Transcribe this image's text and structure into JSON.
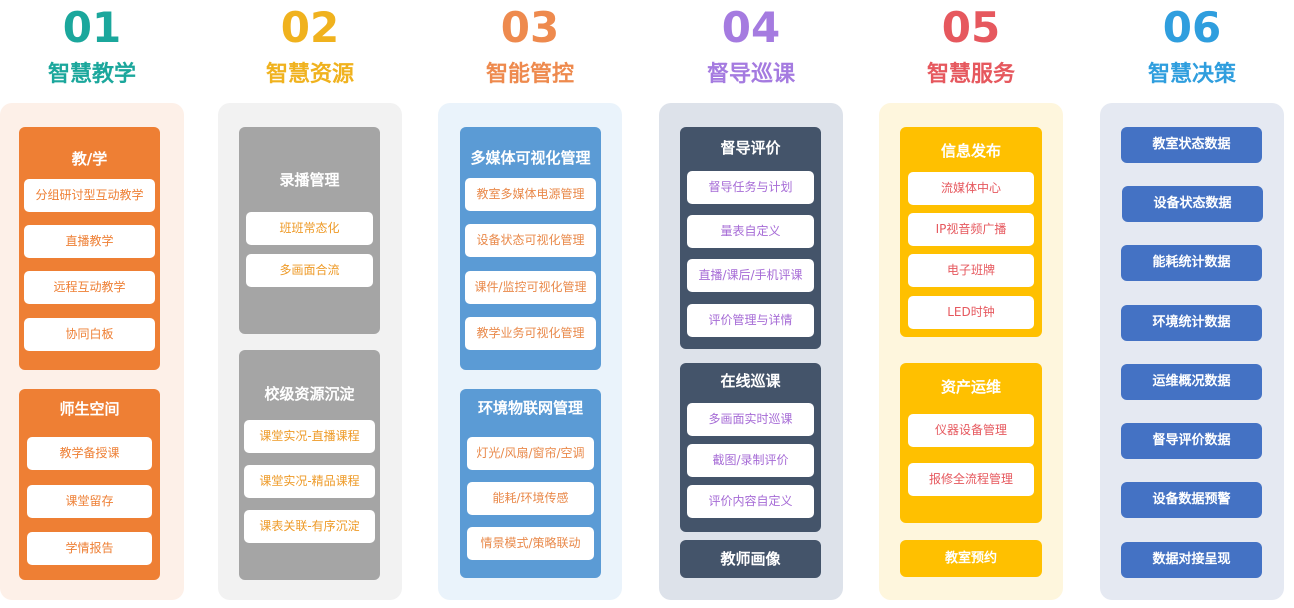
{
  "colors": {
    "teal": "#1ba79c",
    "yellow": "#f0b21e",
    "orange": "#ee8a4e",
    "purple": "#a57be0",
    "red": "#e6585e",
    "blue": "#2f9ede"
  },
  "columns": [
    {
      "num": "01",
      "title": "智慧教学",
      "groups": [
        {
          "title": "教/学",
          "items": [
            "分组研讨型互动教学",
            "直播教学",
            "远程互动教学",
            "协同白板"
          ]
        },
        {
          "title": "师生空间",
          "items": [
            "教学备授课",
            "课堂留存",
            "学情报告"
          ]
        }
      ]
    },
    {
      "num": "02",
      "title": "智慧资源",
      "groups": [
        {
          "title": "录播管理",
          "items": [
            "班班常态化",
            "多画面合流"
          ]
        },
        {
          "title": "校级资源沉淀",
          "items": [
            "课堂实况-直播课程",
            "课堂实况-精品课程",
            "课表关联-有序沉淀"
          ]
        }
      ]
    },
    {
      "num": "03",
      "title": "智能管控",
      "groups": [
        {
          "title": "多媒体可视化管理",
          "items": [
            "教室多媒体电源管理",
            "设备状态可视化管理",
            "课件/监控可视化管理",
            "教学业务可视化管理"
          ]
        },
        {
          "title": "环境物联网管理",
          "items": [
            "灯光/风扇/窗帘/空调",
            "能耗/环境传感",
            "情景模式/策略联动"
          ]
        }
      ]
    },
    {
      "num": "04",
      "title": "督导巡课",
      "groups": [
        {
          "title": "督导评价",
          "items": [
            "督导任务与计划",
            "量表自定义",
            "直播/课后/手机评课",
            "评价管理与详情"
          ]
        },
        {
          "title": "在线巡课",
          "items": [
            "多画面实时巡课",
            "截图/录制评价",
            "评价内容自定义"
          ]
        }
      ],
      "footer": "教师画像"
    },
    {
      "num": "05",
      "title": "智慧服务",
      "groups": [
        {
          "title": "信息发布",
          "items": [
            "流媒体中心",
            "IP视音频广播",
            "电子班牌",
            "LED时钟"
          ]
        },
        {
          "title": "资产运维",
          "items": [
            "仪器设备管理",
            "报修全流程管理"
          ]
        }
      ],
      "footer": "教室预约"
    },
    {
      "num": "06",
      "title": "智慧决策",
      "buttons": [
        "教室状态数据",
        "设备状态数据",
        "能耗统计数据",
        "环境统计数据",
        "运维概况数据",
        "督导评价数据",
        "设备数据预警",
        "数据对接呈现"
      ]
    }
  ]
}
